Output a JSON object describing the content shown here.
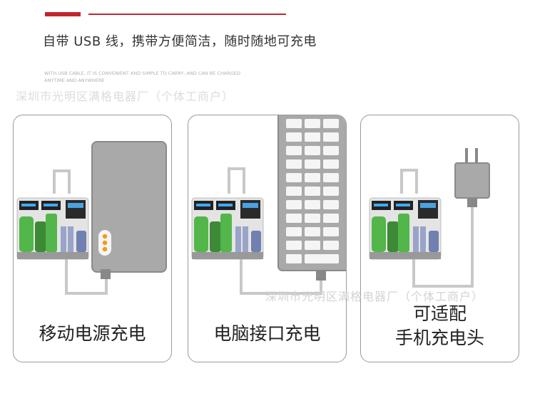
{
  "header": {
    "headline": "自带 USB 线，携带方便简洁，随时随地可充电",
    "subtitle_en_line1": "WITH USB CABLE, IT IS CONVENIENT AND SIMPLE TO CARRY, AND CAN BE CHARGED",
    "subtitle_en_line2": "ANYTIME AND ANYWHERE",
    "watermark": "深圳市光明区满格电器厂（个体工商户）"
  },
  "cards": [
    {
      "caption": "移动电源充电",
      "source": "power-bank"
    },
    {
      "caption": "电脑接口充电",
      "source": "computer"
    },
    {
      "caption_line1": "可适配",
      "caption_line2": "手机充电头",
      "source": "wall-adapter"
    }
  ],
  "colors": {
    "accent_red": "#c0272d",
    "line_gray": "#c8c8c8",
    "device_gray": "#a9a9a9",
    "battery_green": "#52b64a",
    "led_orange": "#f39a1f"
  }
}
